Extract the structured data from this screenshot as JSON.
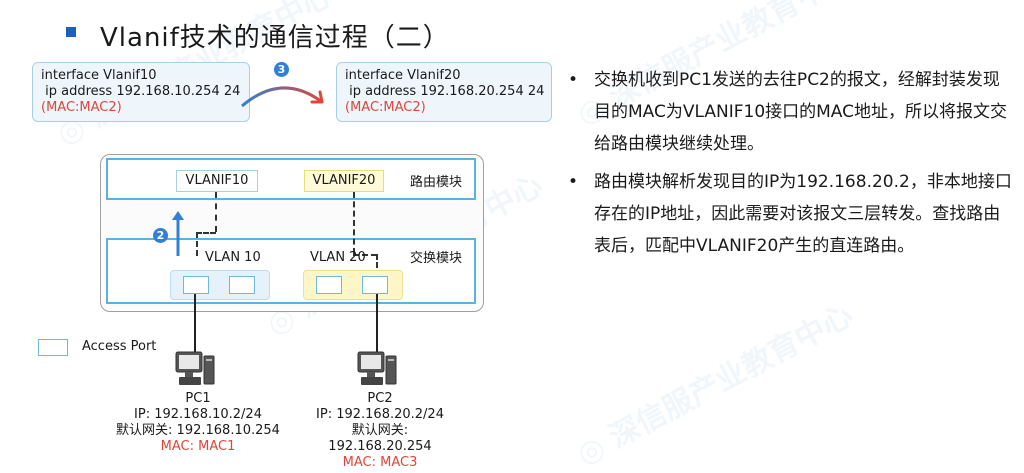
{
  "title": "Vlanif技术的通信过程（二）",
  "config_left": {
    "line1": "interface Vlanif10",
    "line2": " ip address 192.168.10.254 24",
    "mac": "(MAC:MAC2)"
  },
  "config_right": {
    "line1": "interface Vlanif20",
    "line2": " ip address 192.168.20.254 24",
    "mac": "(MAC:MAC2)"
  },
  "steps": {
    "step2": "2",
    "step3": "3"
  },
  "device": {
    "routing_label": "路由模块",
    "switching_label": "交换模块",
    "vlanif10": "VLANIF10",
    "vlanif20": "VLANIF20",
    "vlan10": "VLAN 10",
    "vlan20": "VLAN 20"
  },
  "legend": {
    "label": "Access Port"
  },
  "pc1": {
    "name": "PC1",
    "ip": "IP: 192.168.10.2/24",
    "gateway": "默认网关: 192.168.10.254",
    "mac": "MAC: MAC1"
  },
  "pc2": {
    "name": "PC2",
    "ip": "IP: 192.168.20.2/24",
    "gateway": "默认网关:",
    "gateway_value": "192.168.20.254",
    "mac": "MAC: MAC3"
  },
  "bullets": [
    "交换机收到PC1发送的去往PC2的报文，经解封装发现目的MAC为VLANIF10接口的MAC地址，所以将报文交给路由模块继续处理。",
    "路由模块解析发现目的IP为192.168.20.2，非本地接口存在的IP地址，因此需要对该报文三层转发。查找路由表后，匹配中VLANIF20产生的直连路由。"
  ],
  "colors": {
    "accent": "#2f80d6",
    "mac_text": "#e0453a",
    "vlan10_fill": "#e6f2fa",
    "vlan20_fill": "#fff6c8",
    "layer_border": "#5ab3e0"
  },
  "icons": {
    "pc": "desktop-computer-icon",
    "arrow_up": "arrow-up-icon",
    "arc_arrow": "curved-arrow-icon"
  }
}
